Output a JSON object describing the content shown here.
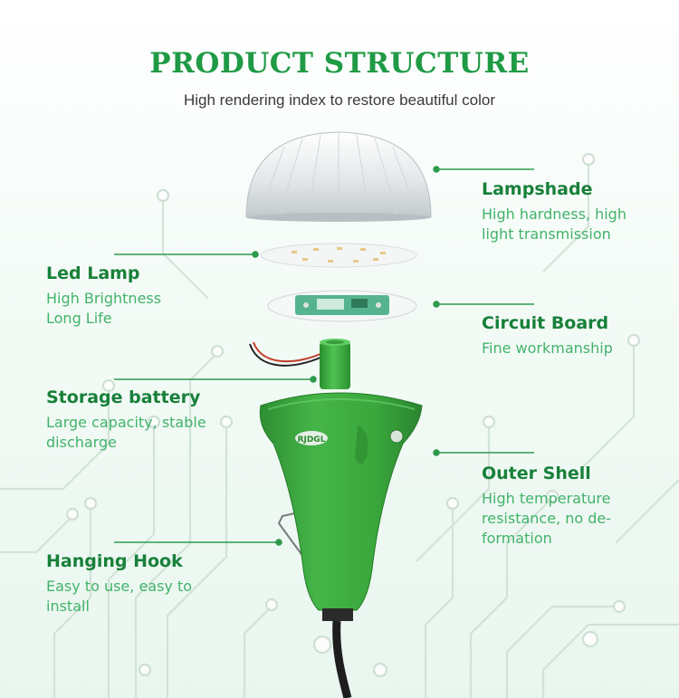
{
  "header": {
    "title": "PRODUCT STRUCTURE",
    "subtitle": "High rendering index to restore beautiful color"
  },
  "product": {
    "logo_text": "RJDGL"
  },
  "colors": {
    "heading": "#18803a",
    "description": "#42b36a",
    "title": "#1f9a45",
    "shell": "#3aa83c"
  },
  "callouts": {
    "lampshade": {
      "heading": "Lampshade",
      "description": "High hardness, high\nlight transmission"
    },
    "led_lamp": {
      "heading": "Led Lamp",
      "description": "High Brightness\nLong Life"
    },
    "circuit_board": {
      "heading": "Circuit Board",
      "description": "Fine workmanship"
    },
    "storage_battery": {
      "heading": "Storage battery",
      "description": "Large capacity, stable\ndischarge"
    },
    "outer_shell": {
      "heading": "Outer Shell",
      "description": "High temperature\nresistance, no de-\nformation"
    },
    "hanging_hook": {
      "heading": "Hanging Hook",
      "description": "Easy to use, easy to\ninstall"
    }
  }
}
